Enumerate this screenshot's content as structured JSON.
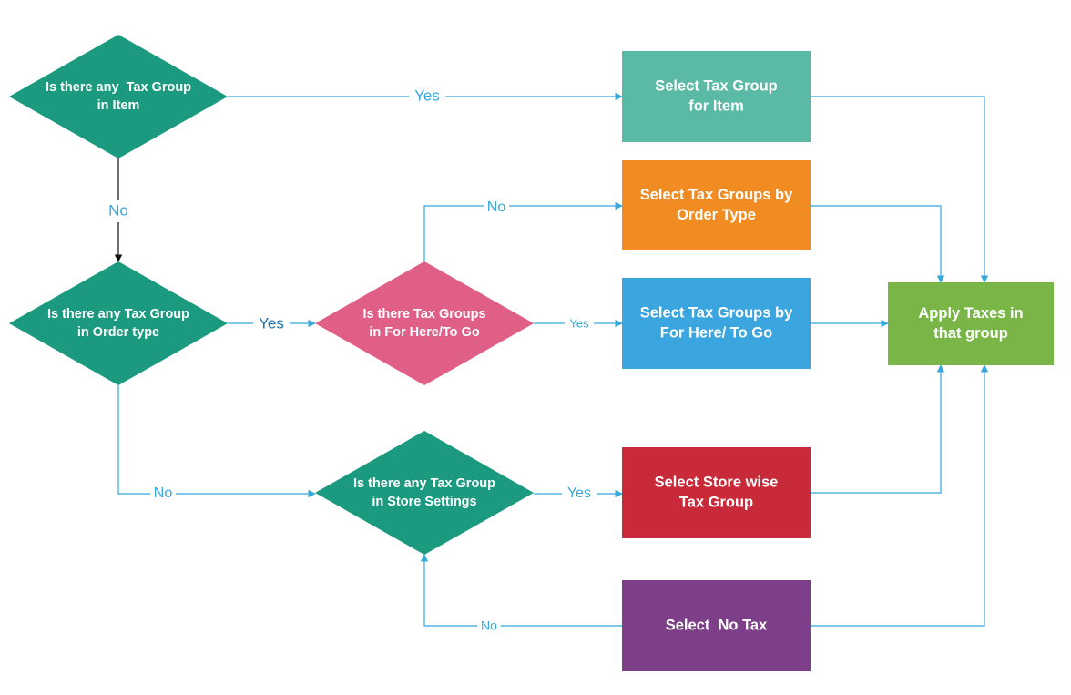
{
  "colors": {
    "connector": "#35a8dc",
    "connector_dark": "#111111",
    "decision_green": "#1b9a80",
    "decision_pink": "#e05f86",
    "box_teal": "#5bbaa6",
    "box_orange": "#f08c22",
    "box_blue": "#3ba5e0",
    "box_red": "#c92a3a",
    "box_purple": "#7d3f88",
    "box_green": "#7ab647",
    "label_dark_blue": "#1e73b4"
  },
  "nodes": {
    "decision_item": {
      "lines": [
        "Is there any  Tax Group",
        "in Item"
      ],
      "shape": "decision",
      "color": "decision_green"
    },
    "decision_order_type": {
      "lines": [
        "Is there any Tax Group",
        "in Order type"
      ],
      "shape": "decision",
      "color": "decision_green"
    },
    "decision_for_here": {
      "lines": [
        "Is there Tax Groups",
        "in For Here/To Go"
      ],
      "shape": "decision",
      "color": "decision_pink"
    },
    "decision_store": {
      "lines": [
        "Is there any Tax Group",
        "in Store Settings"
      ],
      "shape": "decision",
      "color": "decision_green"
    },
    "box_item": {
      "lines": [
        "Select Tax Group",
        "for Item"
      ],
      "shape": "process",
      "color": "box_teal"
    },
    "box_order_type": {
      "lines": [
        "Select Tax Groups by",
        "Order Type"
      ],
      "shape": "process",
      "color": "box_orange"
    },
    "box_for_here": {
      "lines": [
        "Select Tax Groups by",
        "For Here/ To Go"
      ],
      "shape": "process",
      "color": "box_blue"
    },
    "box_store": {
      "lines": [
        "Select Store wise",
        "Tax Group"
      ],
      "shape": "process",
      "color": "box_red"
    },
    "box_no_tax": {
      "lines": [
        "Select  No Tax"
      ],
      "shape": "process",
      "color": "box_purple"
    },
    "box_apply": {
      "lines": [
        "Apply Taxes in",
        "that group"
      ],
      "shape": "process",
      "color": "box_green"
    }
  },
  "edges": [
    {
      "from": "decision_item",
      "to": "box_item",
      "label": "Yes"
    },
    {
      "from": "decision_item",
      "to": "decision_order_type",
      "label": "No"
    },
    {
      "from": "decision_order_type",
      "to": "decision_for_here",
      "label": "Yes"
    },
    {
      "from": "decision_for_here",
      "to": "box_order_type",
      "label": "No"
    },
    {
      "from": "decision_for_here",
      "to": "box_for_here",
      "label": "Yes"
    },
    {
      "from": "decision_order_type",
      "to": "decision_store",
      "label": "No"
    },
    {
      "from": "decision_store",
      "to": "box_store",
      "label": "Yes"
    },
    {
      "from": "decision_store",
      "to": "box_no_tax",
      "label": "No"
    },
    {
      "from": "box_item",
      "to": "box_apply",
      "label": ""
    },
    {
      "from": "box_order_type",
      "to": "box_apply",
      "label": ""
    },
    {
      "from": "box_for_here",
      "to": "box_apply",
      "label": ""
    },
    {
      "from": "box_store",
      "to": "box_apply",
      "label": ""
    },
    {
      "from": "box_no_tax",
      "to": "box_apply",
      "label": ""
    }
  ]
}
